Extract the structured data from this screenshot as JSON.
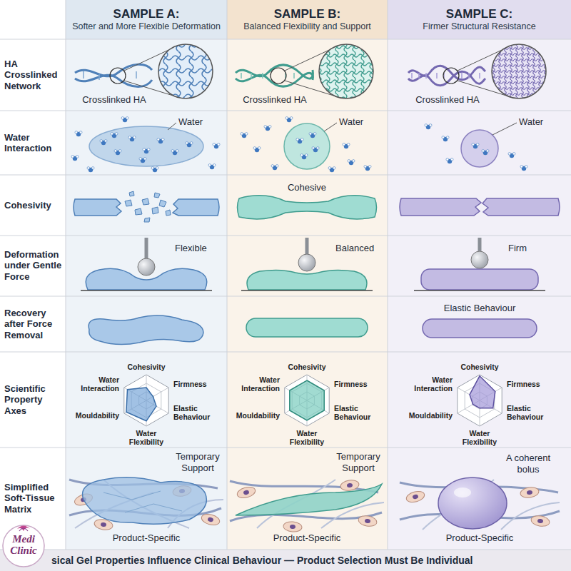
{
  "diagram": {
    "caption": "sical Gel Properties Influence Clinical Behaviour — Product Selection Must Be Individual",
    "nodes": [
      {
        "text": [
          "SAMPLE A:",
          "Softer and More Flexible Deformation"
        ]
      },
      {
        "text": [
          "SAMPLE B:",
          "Balanced Flexibility and Support"
        ]
      },
      {
        "text": [
          "SAMPLE C:",
          "Firmer Structural Resistance"
        ]
      }
    ],
    "labels": [
      "HA Crosslinked Network",
      "Water Interaction",
      "Cohesivity",
      "Deformation under Gentle Force",
      "Recovery after Force Removal",
      "Scientific Property Axes",
      "Simplified Soft-Tissue Matrix",
      "Crosslinked HA",
      "Crosslinked HA",
      "Crosslinked HA",
      "Water",
      "Water",
      "Water",
      "Cohesive",
      "Flexible",
      "Balanced",
      "Firm",
      "Elastic Behaviour",
      "Cohesivity",
      "Firmness",
      "Elastic Behaviour",
      "Water Flexibility",
      "Mouldability",
      "Water Interaction",
      "Cohesivity",
      "Firmness",
      "Elastic Behaviour",
      "Water Flexibility",
      "Mouldability",
      "Water Interaction",
      "Cohesivity",
      "Firmness",
      "Elastic Behaviour",
      "Water Flexibility",
      "Mouldability",
      "Water Interaction",
      "Temporary Support",
      "Product-Specific",
      "Temporary Support",
      "Product-Specific",
      "A coherent bolus",
      "Product-Specific",
      "Medi Clinic"
    ]
  }
}
